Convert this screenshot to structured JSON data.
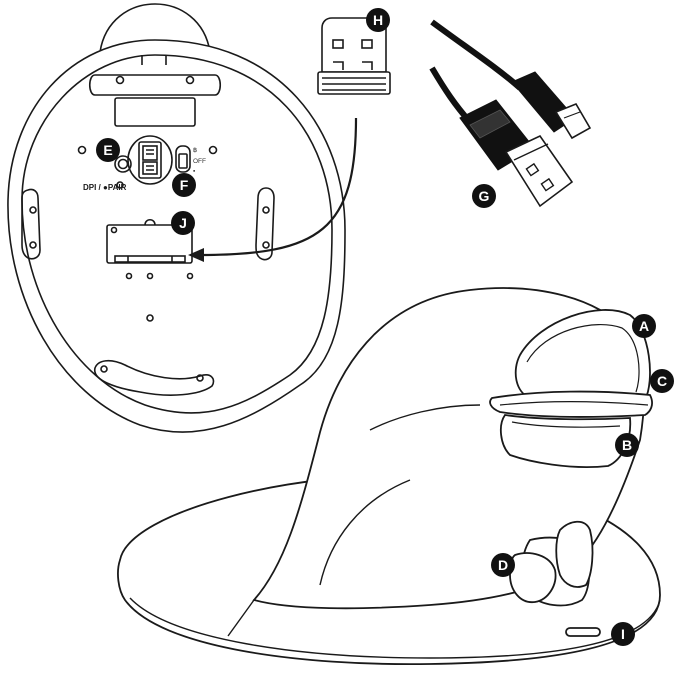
{
  "callouts": {
    "A": "A",
    "B": "B",
    "C": "C",
    "D": "D",
    "E": "E",
    "F": "F",
    "G": "G",
    "H": "H",
    "I": "I",
    "J": "J"
  },
  "labels": {
    "dpi_pair": "DPI / ●PAIR",
    "off": "OFF",
    "bluetooth_symbol": "฿",
    "dongle_symbol": "▪"
  },
  "colors": {
    "ink": "#1a1a1a",
    "badge": "#111111",
    "fill": "#ffffff"
  }
}
